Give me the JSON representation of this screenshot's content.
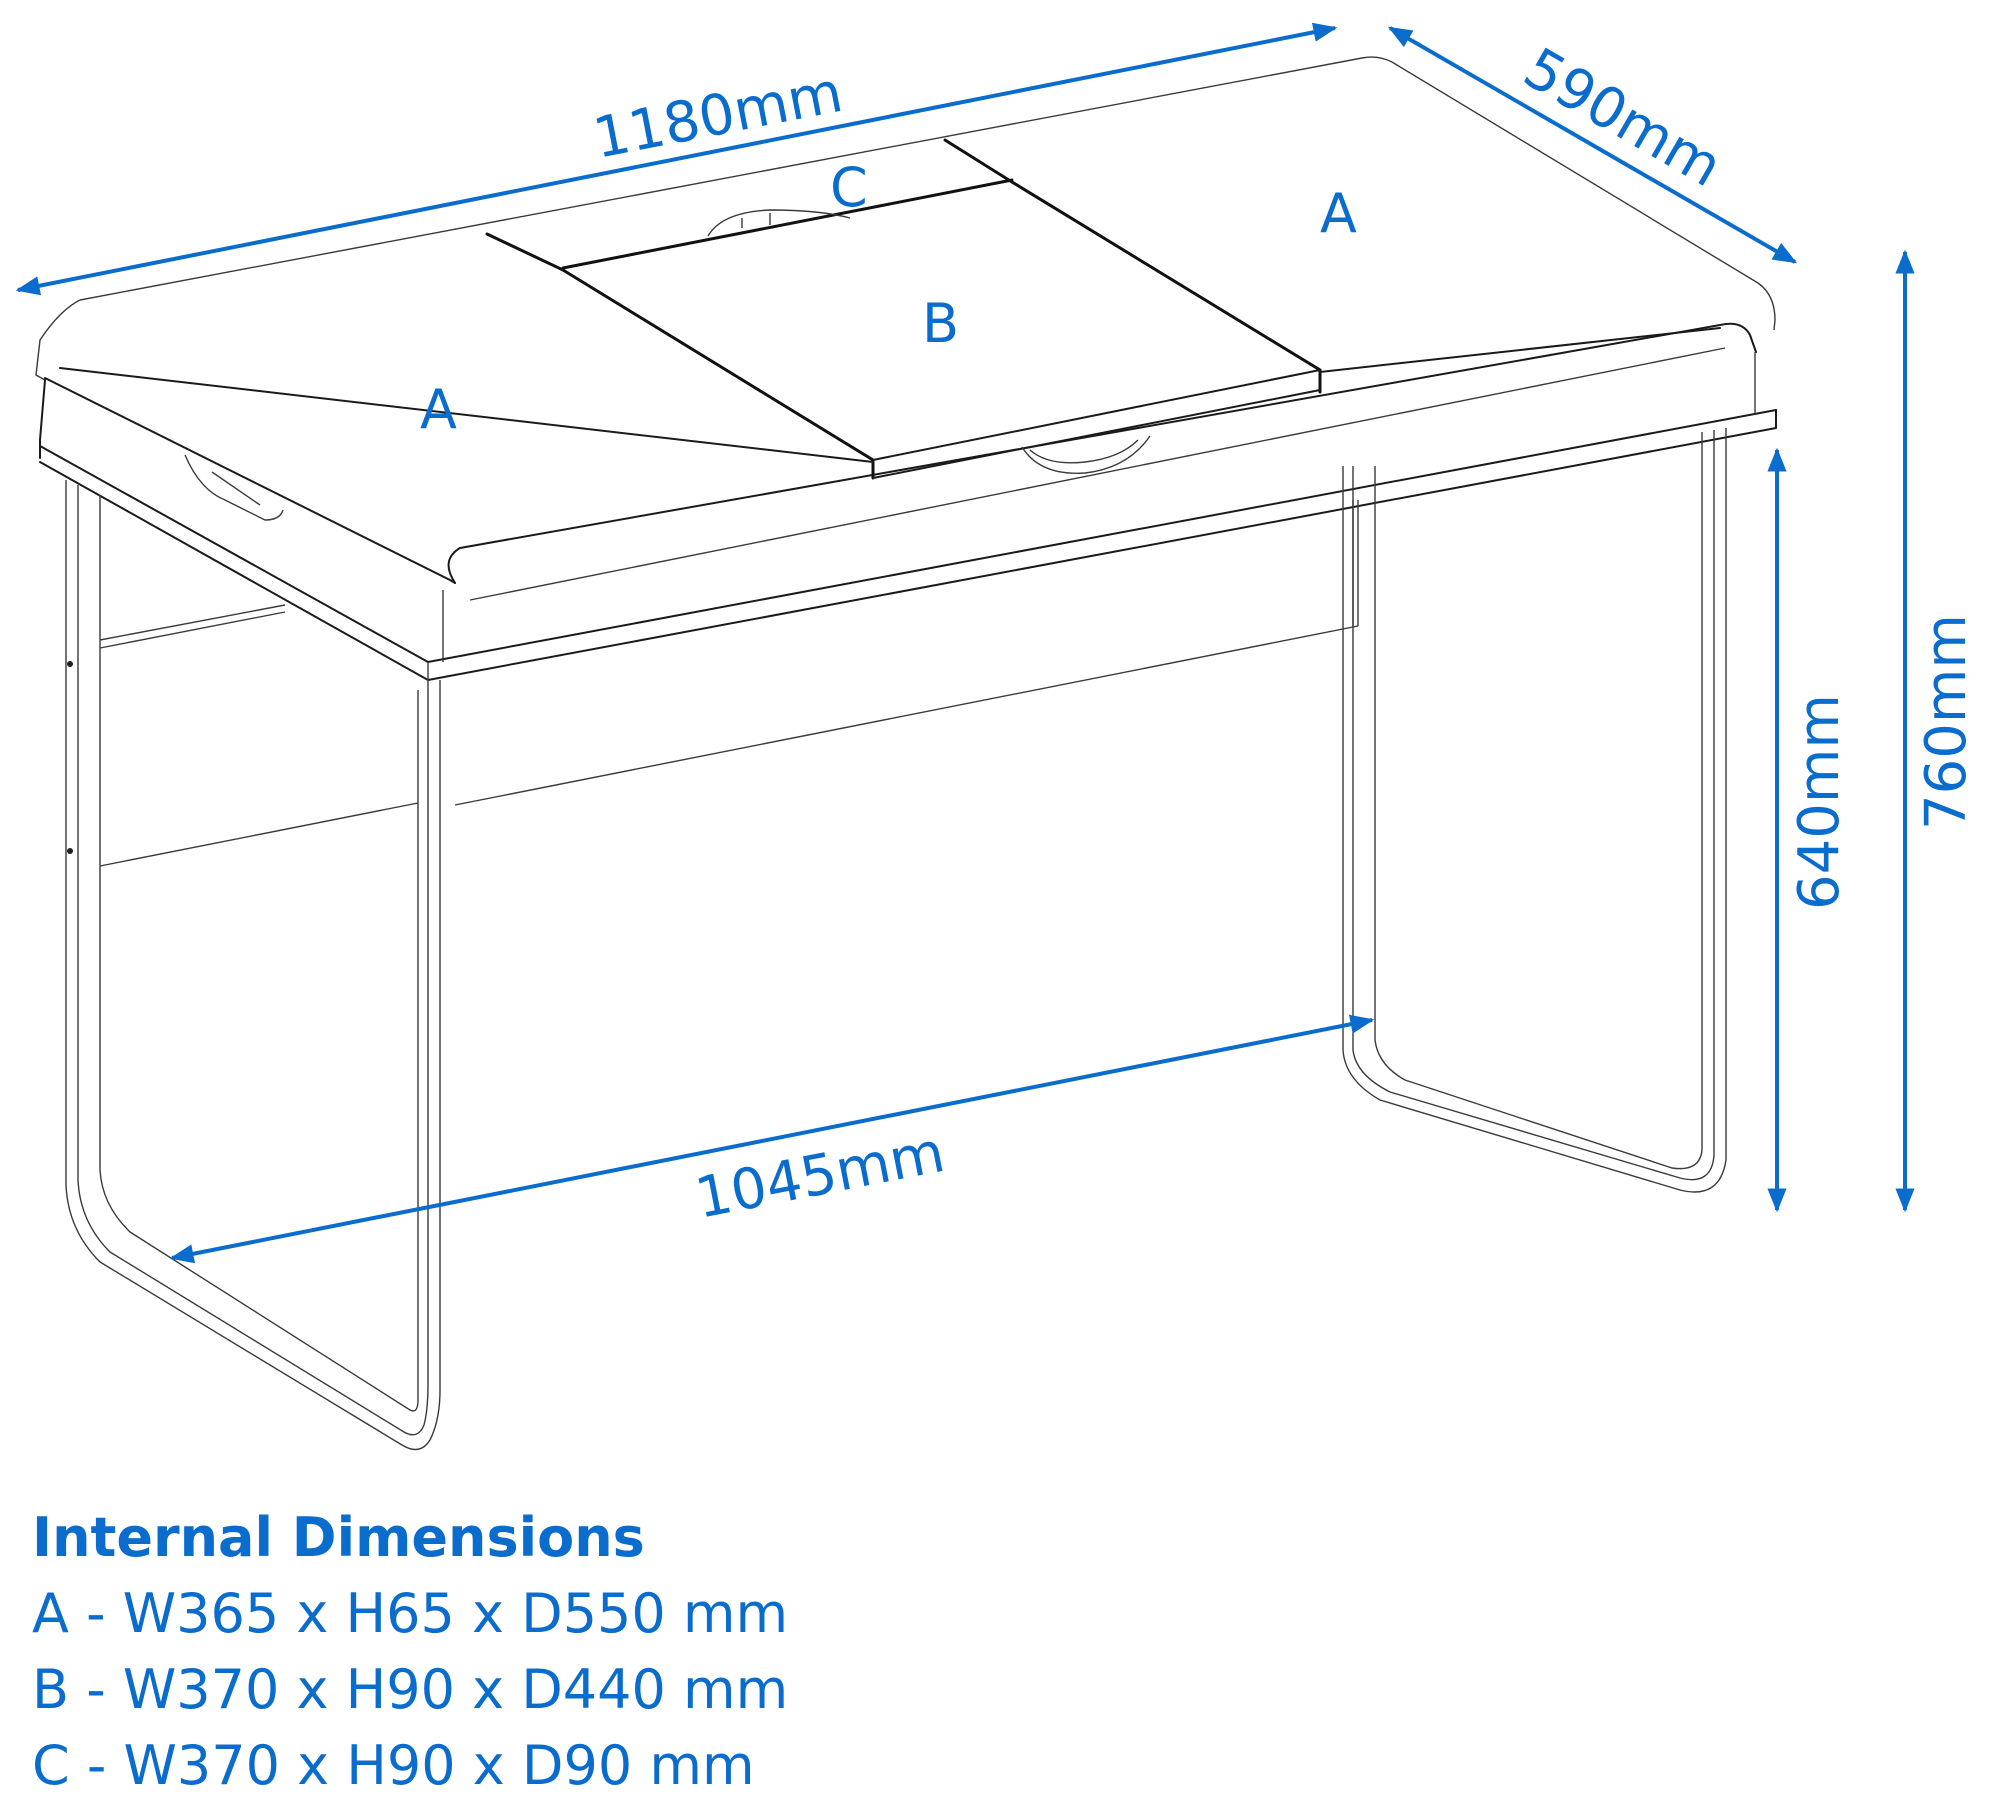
{
  "diagram": {
    "subject": "Desk with storage compartments - dimensional drawing",
    "colors": {
      "dimension": "#0a6ccc",
      "line": "#1a1a1a",
      "background": "#ffffff"
    },
    "dimensions": {
      "width": "1180mm",
      "depth": "590mm",
      "total_height": "760mm",
      "leg_clearance_height": "640mm",
      "leg_clearance_width": "1045mm"
    },
    "zones": {
      "left": "A",
      "center": "B",
      "back": "C",
      "right": "A"
    }
  },
  "legend": {
    "title": "Internal Dimensions",
    "rows": [
      {
        "label": "A - W365 x H65 x D550 mm"
      },
      {
        "label": "B - W370 x H90 x D440 mm"
      },
      {
        "label": "C - W370 x H90 x D90 mm"
      }
    ]
  }
}
